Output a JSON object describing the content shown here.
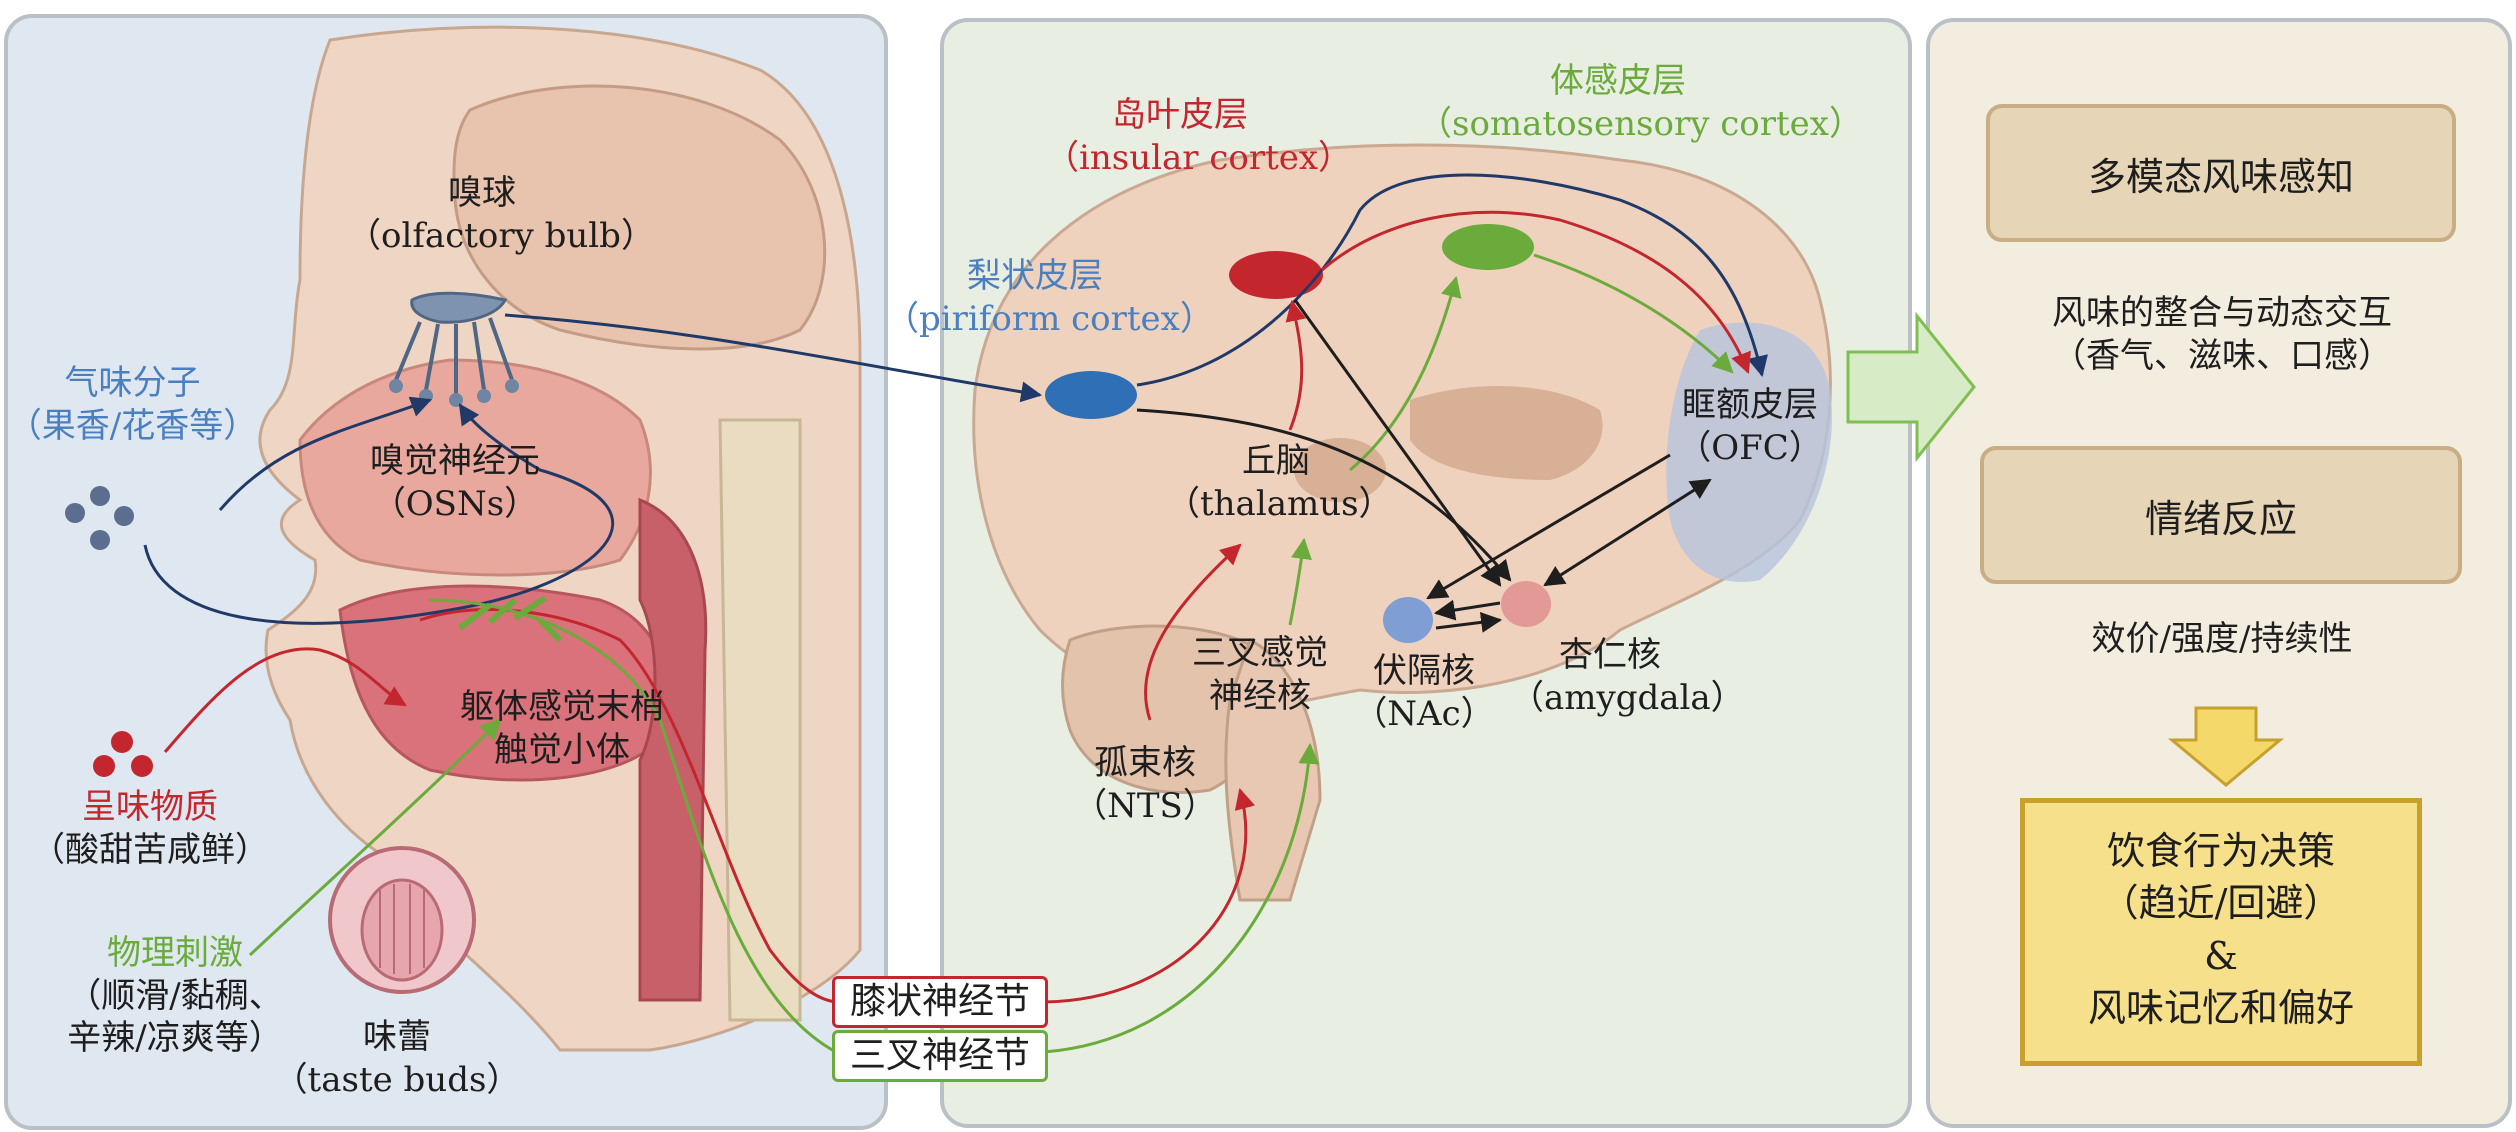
{
  "left": {
    "olfactory_bulb": {
      "zh": "嗅球",
      "en": "（olfactory bulb）"
    },
    "odor_molecules": {
      "zh": "气味分子",
      "examples": "（果香/花香等）"
    },
    "osn": {
      "zh": "嗅觉神经元",
      "en": "（OSNs）"
    },
    "taste_substances": {
      "zh": "呈味物质",
      "examples": "（酸甜苦咸鲜）"
    },
    "somatosensory_endings": {
      "line1": "躯体感觉末梢",
      "line2": "触觉小体"
    },
    "physical_stimuli": {
      "zh": "物理刺激",
      "line2": "（顺滑/黏稠、",
      "line3": "辛辣/凉爽等）"
    },
    "taste_buds": {
      "zh": "味蕾",
      "en": "（taste buds）"
    }
  },
  "ganglia": {
    "geniculate": "膝状神经节",
    "trigeminal": "三叉神经节"
  },
  "middle": {
    "piriform": {
      "zh": "梨状皮层",
      "en": "（piriform cortex）"
    },
    "insular": {
      "zh": "岛叶皮层",
      "en": "（insular cortex）"
    },
    "somatosensory": {
      "zh": "体感皮层",
      "en": "（somatosensory cortex）"
    },
    "ofc": {
      "zh": "眶额皮层",
      "en": "（OFC）"
    },
    "thalamus": {
      "zh": "丘脑",
      "en": "（thalamus）"
    },
    "trigeminal_nucleus": {
      "line1": "三叉感觉",
      "line2": "神经核"
    },
    "nacc": {
      "zh": "伏隔核",
      "en": "（NAc）"
    },
    "amygdala": {
      "zh": "杏仁核",
      "en": "（amygdala）"
    },
    "nts": {
      "zh": "孤束核",
      "en": "（NTS）"
    }
  },
  "right": {
    "box1": "多模态风味感知",
    "text1": "风味的整合与动态交互",
    "text1b": "（香气、滋味、口感）",
    "box2": "情绪反应",
    "text2": "效价/强度/持续性",
    "decision": {
      "line1": "饮食行为决策",
      "line2": "（趋近/回避）",
      "line3": "&",
      "line4": "风味记忆和偏好"
    }
  },
  "colors": {
    "olfactory": "#1f3a68",
    "piriform": "#2f6fb6",
    "taste": "#c4262e",
    "somatosensory": "#6aab3c",
    "nacc": "#7f9fd4",
    "amygdala": "#e39a97",
    "arrow": "#1e1e1e",
    "left_panel_bg": "#dfe7f0",
    "middle_panel_bg": "#e9eee3",
    "right_panel_bg": "#f3ede0",
    "output_box": "#e6d5b6",
    "decision_box": "#f7e08c"
  }
}
